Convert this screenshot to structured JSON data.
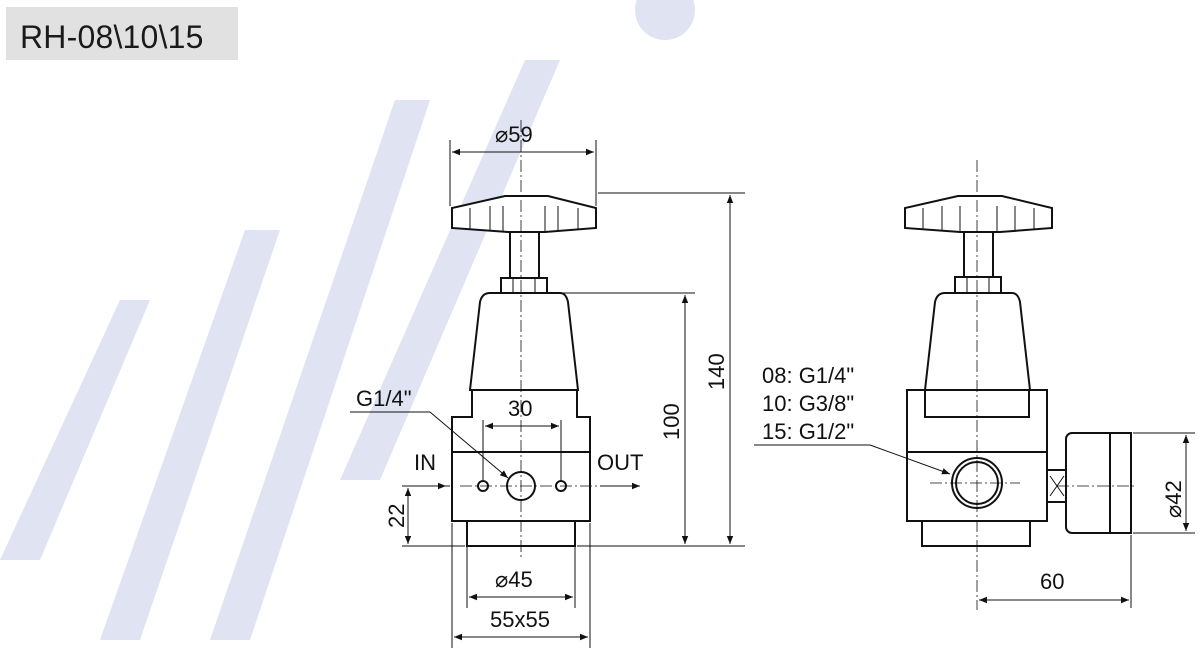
{
  "title": "RH-08\\10\\15",
  "front_view": {
    "dim_top_diameter": "⌀59",
    "dim_port_spacing": "30",
    "port_label": "G1/4\"",
    "inlet_label": "IN",
    "outlet_label": "OUT",
    "dim_port_height": "22",
    "dim_bottom_diameter": "⌀45",
    "dim_base_size": "55x55",
    "dim_body_height": "100",
    "dim_total_height": "140"
  },
  "side_view": {
    "port_option_08": "08: G1/4\"",
    "port_option_10": "10: G3/8\"",
    "port_option_15": "15: G1/2\"",
    "dim_gauge_diameter": "⌀42",
    "dim_gauge_offset": "60"
  },
  "colors": {
    "line": "#111111",
    "title_background": "#e1e1e1",
    "watermark": "#dfe3f2"
  }
}
